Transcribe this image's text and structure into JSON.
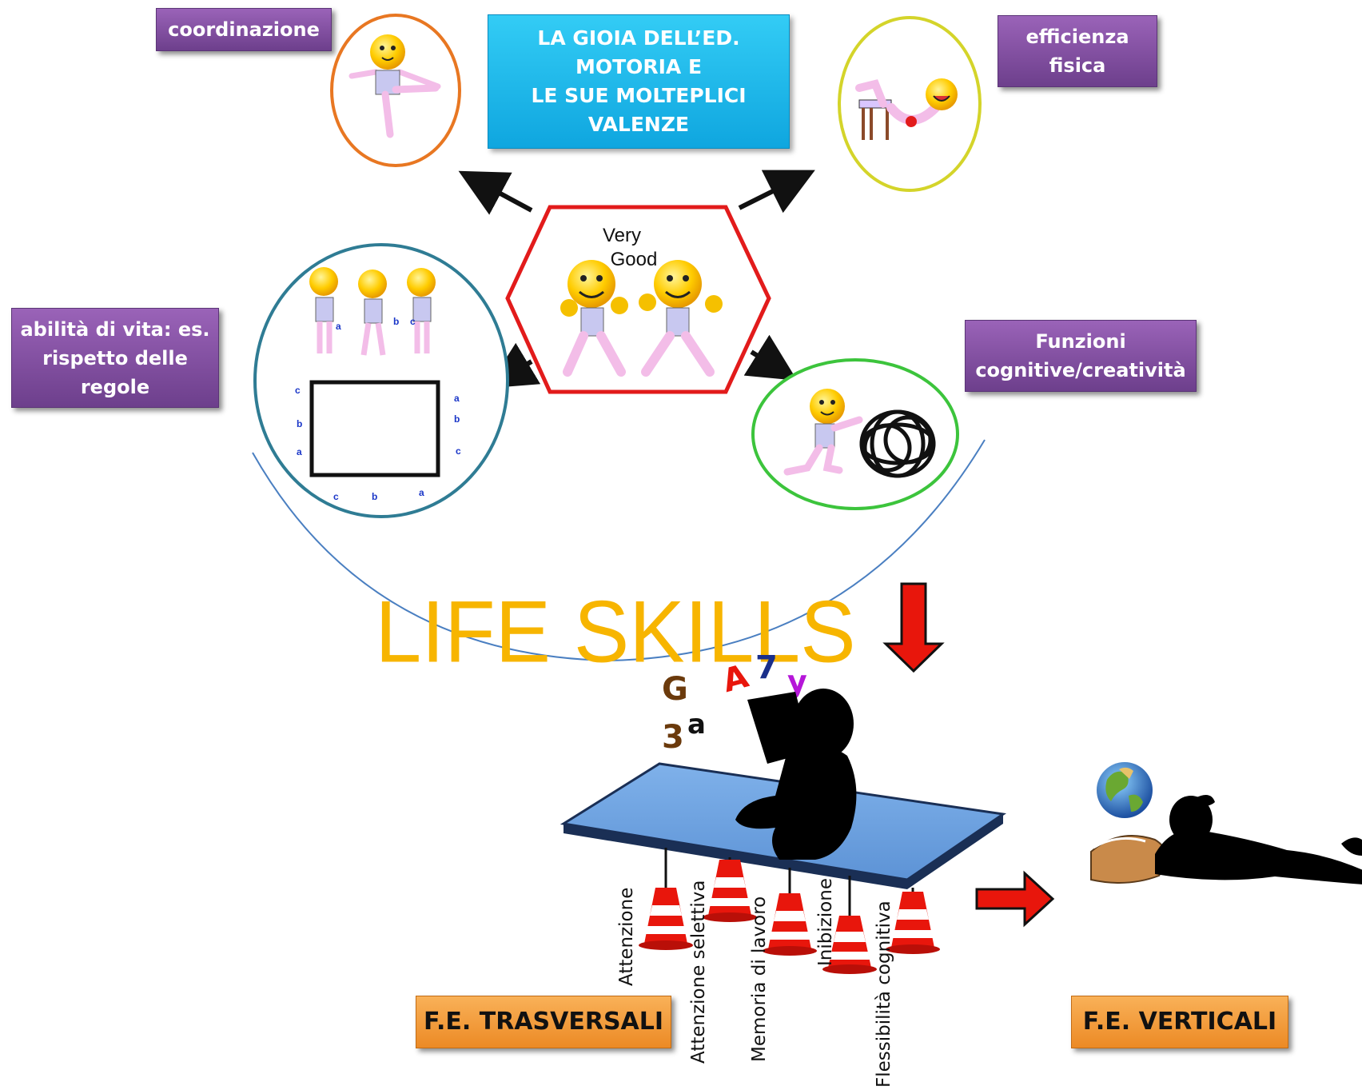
{
  "title": "LA GIOIA DELL’ED. MOTORIA E LE SUE MOLTEPLICI VALENZE",
  "title_lines": [
    "LA GIOIA DELL’ED.",
    "MOTORIA E",
    "LE SUE MOLTEPLICI",
    "VALENZE"
  ],
  "labels": {
    "coordinazione": "coordinazione",
    "efficienza": [
      "efficienza",
      "fisica"
    ],
    "abilita": [
      "abilità di vita: es.",
      "rispetto delle",
      "regole"
    ],
    "funzioni": [
      "Funzioni",
      "cognitive/creatività"
    ],
    "trasversali": "F.E. TRASVERSALI",
    "verticali": "F.E. VERTICALI"
  },
  "center_badge": [
    "Very",
    "Good"
  ],
  "life_skills": "LIFE SKILLS",
  "grid_letters": {
    "top": [
      "a",
      "b",
      "c"
    ],
    "left": [
      "c",
      "b",
      "a"
    ],
    "right": [
      "a",
      "b",
      "c"
    ],
    "bottom": [
      "c",
      "b",
      "a"
    ]
  },
  "floating_letters": [
    "G",
    "3",
    "a",
    "A",
    "7",
    "y"
  ],
  "cone_labels": [
    "Attenzione",
    "Attenzione selettiva",
    "Memoria di lavoro",
    "Inibizione",
    "Flessibilità cognitiva"
  ],
  "colors": {
    "purple": "#7a4a9c",
    "cyan": "#1bb5ea",
    "orange": "#f29a35",
    "life_skills": "#f7b500",
    "arrow_red": "#e8160c",
    "hexagon": "#e21b1b"
  }
}
